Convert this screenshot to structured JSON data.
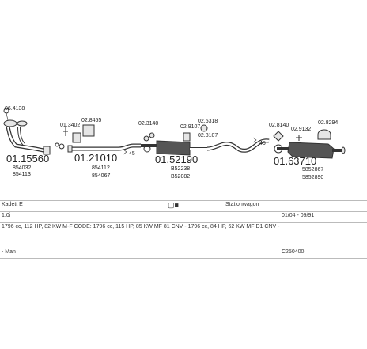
{
  "parts": {
    "p1": {
      "number": "01.15560",
      "refs": [
        "854032",
        "854113"
      ]
    },
    "p2": {
      "number": "01.21010",
      "refs": [
        "854112",
        "854067"
      ]
    },
    "p3": {
      "number": "01.52190",
      "refs": [
        "B52238",
        "B52082"
      ]
    },
    "p4": {
      "number": "01.63710",
      "refs": [
        "5852867",
        "5852890"
      ]
    }
  },
  "small_labels": {
    "a": "06.4138",
    "b": "01.3402",
    "c": "02.8455",
    "d": "02.3140",
    "e": "02.9107",
    "f": "02.5318",
    "g": "02.8107",
    "h": "02.8140",
    "i": "02.9132",
    "j": "02.8294",
    "k": "45",
    "l": "45"
  },
  "info": {
    "model": "Kadett E",
    "body": "Stationwagon",
    "engine": "1.0i",
    "dates": "01/04 - 09/91",
    "description": "1796 cc, 112 HP, 82 KW M-F CODE: 1796 cc, 115 HP, 85 KW MF 81 CNV - 1796 cc, 84 HP, 62 KW MF D1 CNV -",
    "brand": "- Man",
    "code": "C250400"
  },
  "colors": {
    "line": "#333333",
    "fill": "#e6e6e6",
    "fill_dark": "#555555"
  }
}
